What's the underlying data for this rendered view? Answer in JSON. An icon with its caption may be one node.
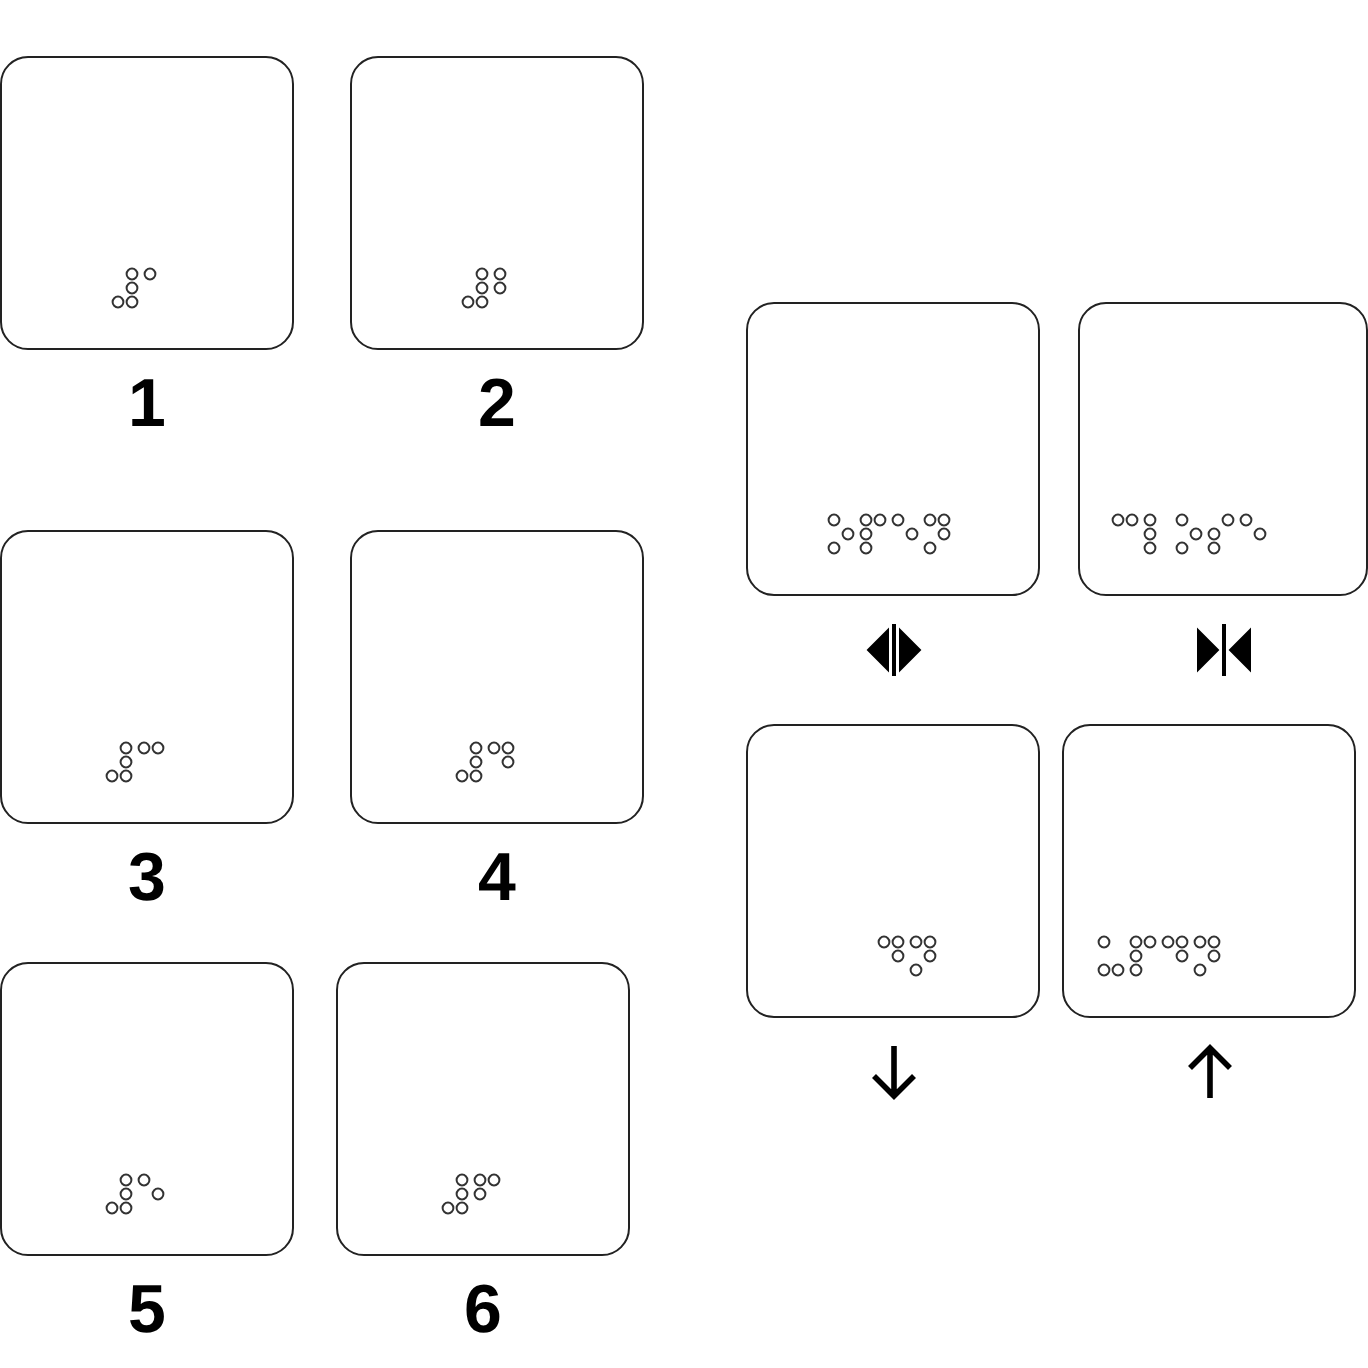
{
  "diagram": {
    "nodes": [
      {
        "text": [],
        "shape": "box",
        "beside": [
          "1"
        ]
      },
      {
        "text": [],
        "shape": "box",
        "beside": [
          "2"
        ]
      },
      {
        "text": [],
        "shape": "box",
        "beside": [
          "3"
        ]
      },
      {
        "text": [],
        "shape": "box",
        "beside": [
          "4"
        ]
      },
      {
        "text": [],
        "shape": "box",
        "beside": [
          "5"
        ]
      },
      {
        "text": [],
        "shape": "box",
        "beside": [
          "6"
        ]
      },
      {
        "text": [],
        "shape": "box"
      },
      {
        "text": [],
        "shape": "box"
      },
      {
        "text": [],
        "shape": "box"
      },
      {
        "text": [],
        "shape": "box"
      }
    ]
  }
}
